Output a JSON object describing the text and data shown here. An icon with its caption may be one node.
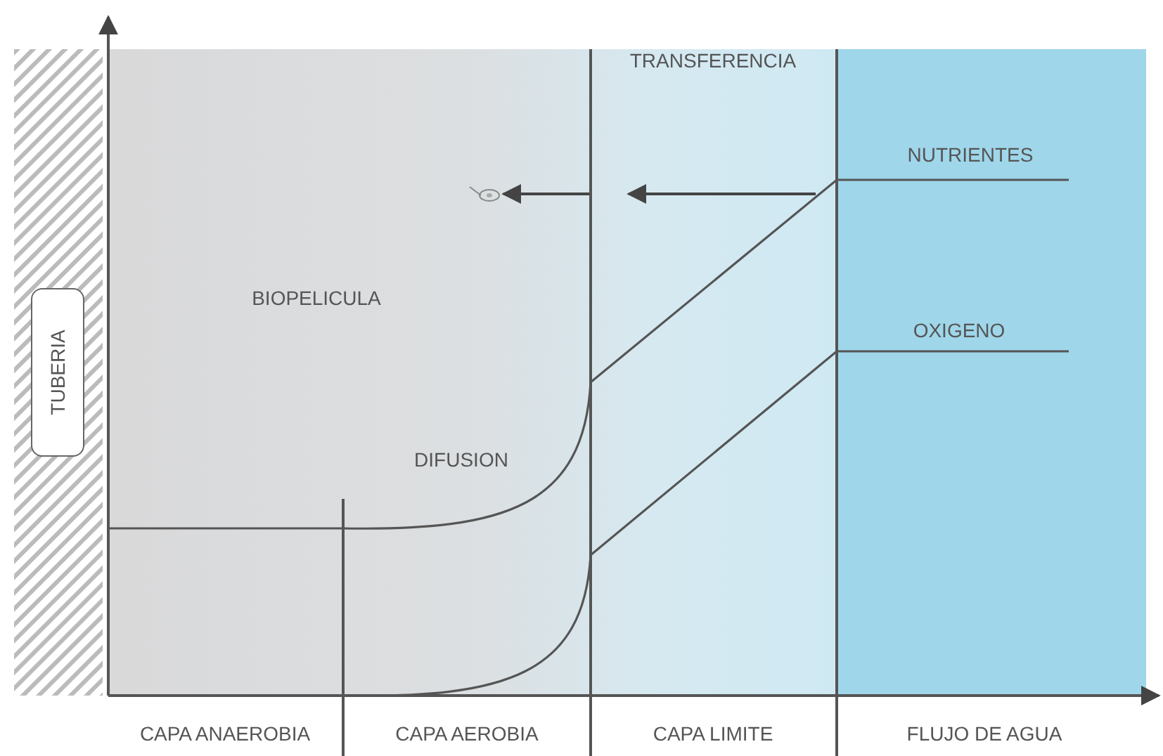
{
  "diagram": {
    "nodes": [
      {
        "text": [
          "TUBERIA"
        ]
      },
      {
        "text": [],
        "shape": "picture"
      }
    ],
    "edges": [
      {
        "from": null,
        "to": 1,
        "arrow": "to"
      }
    ],
    "labels": [
      "TRANSFERENCIA",
      "NUTRIENTES",
      "BIOPELICULA",
      "OXIGENO",
      "DIFUSION",
      "CAPA ANAEROBIA",
      "CAPA AEROBIA",
      "CAPA LIMITE",
      "FLUJO DE AGUA"
    ]
  }
}
